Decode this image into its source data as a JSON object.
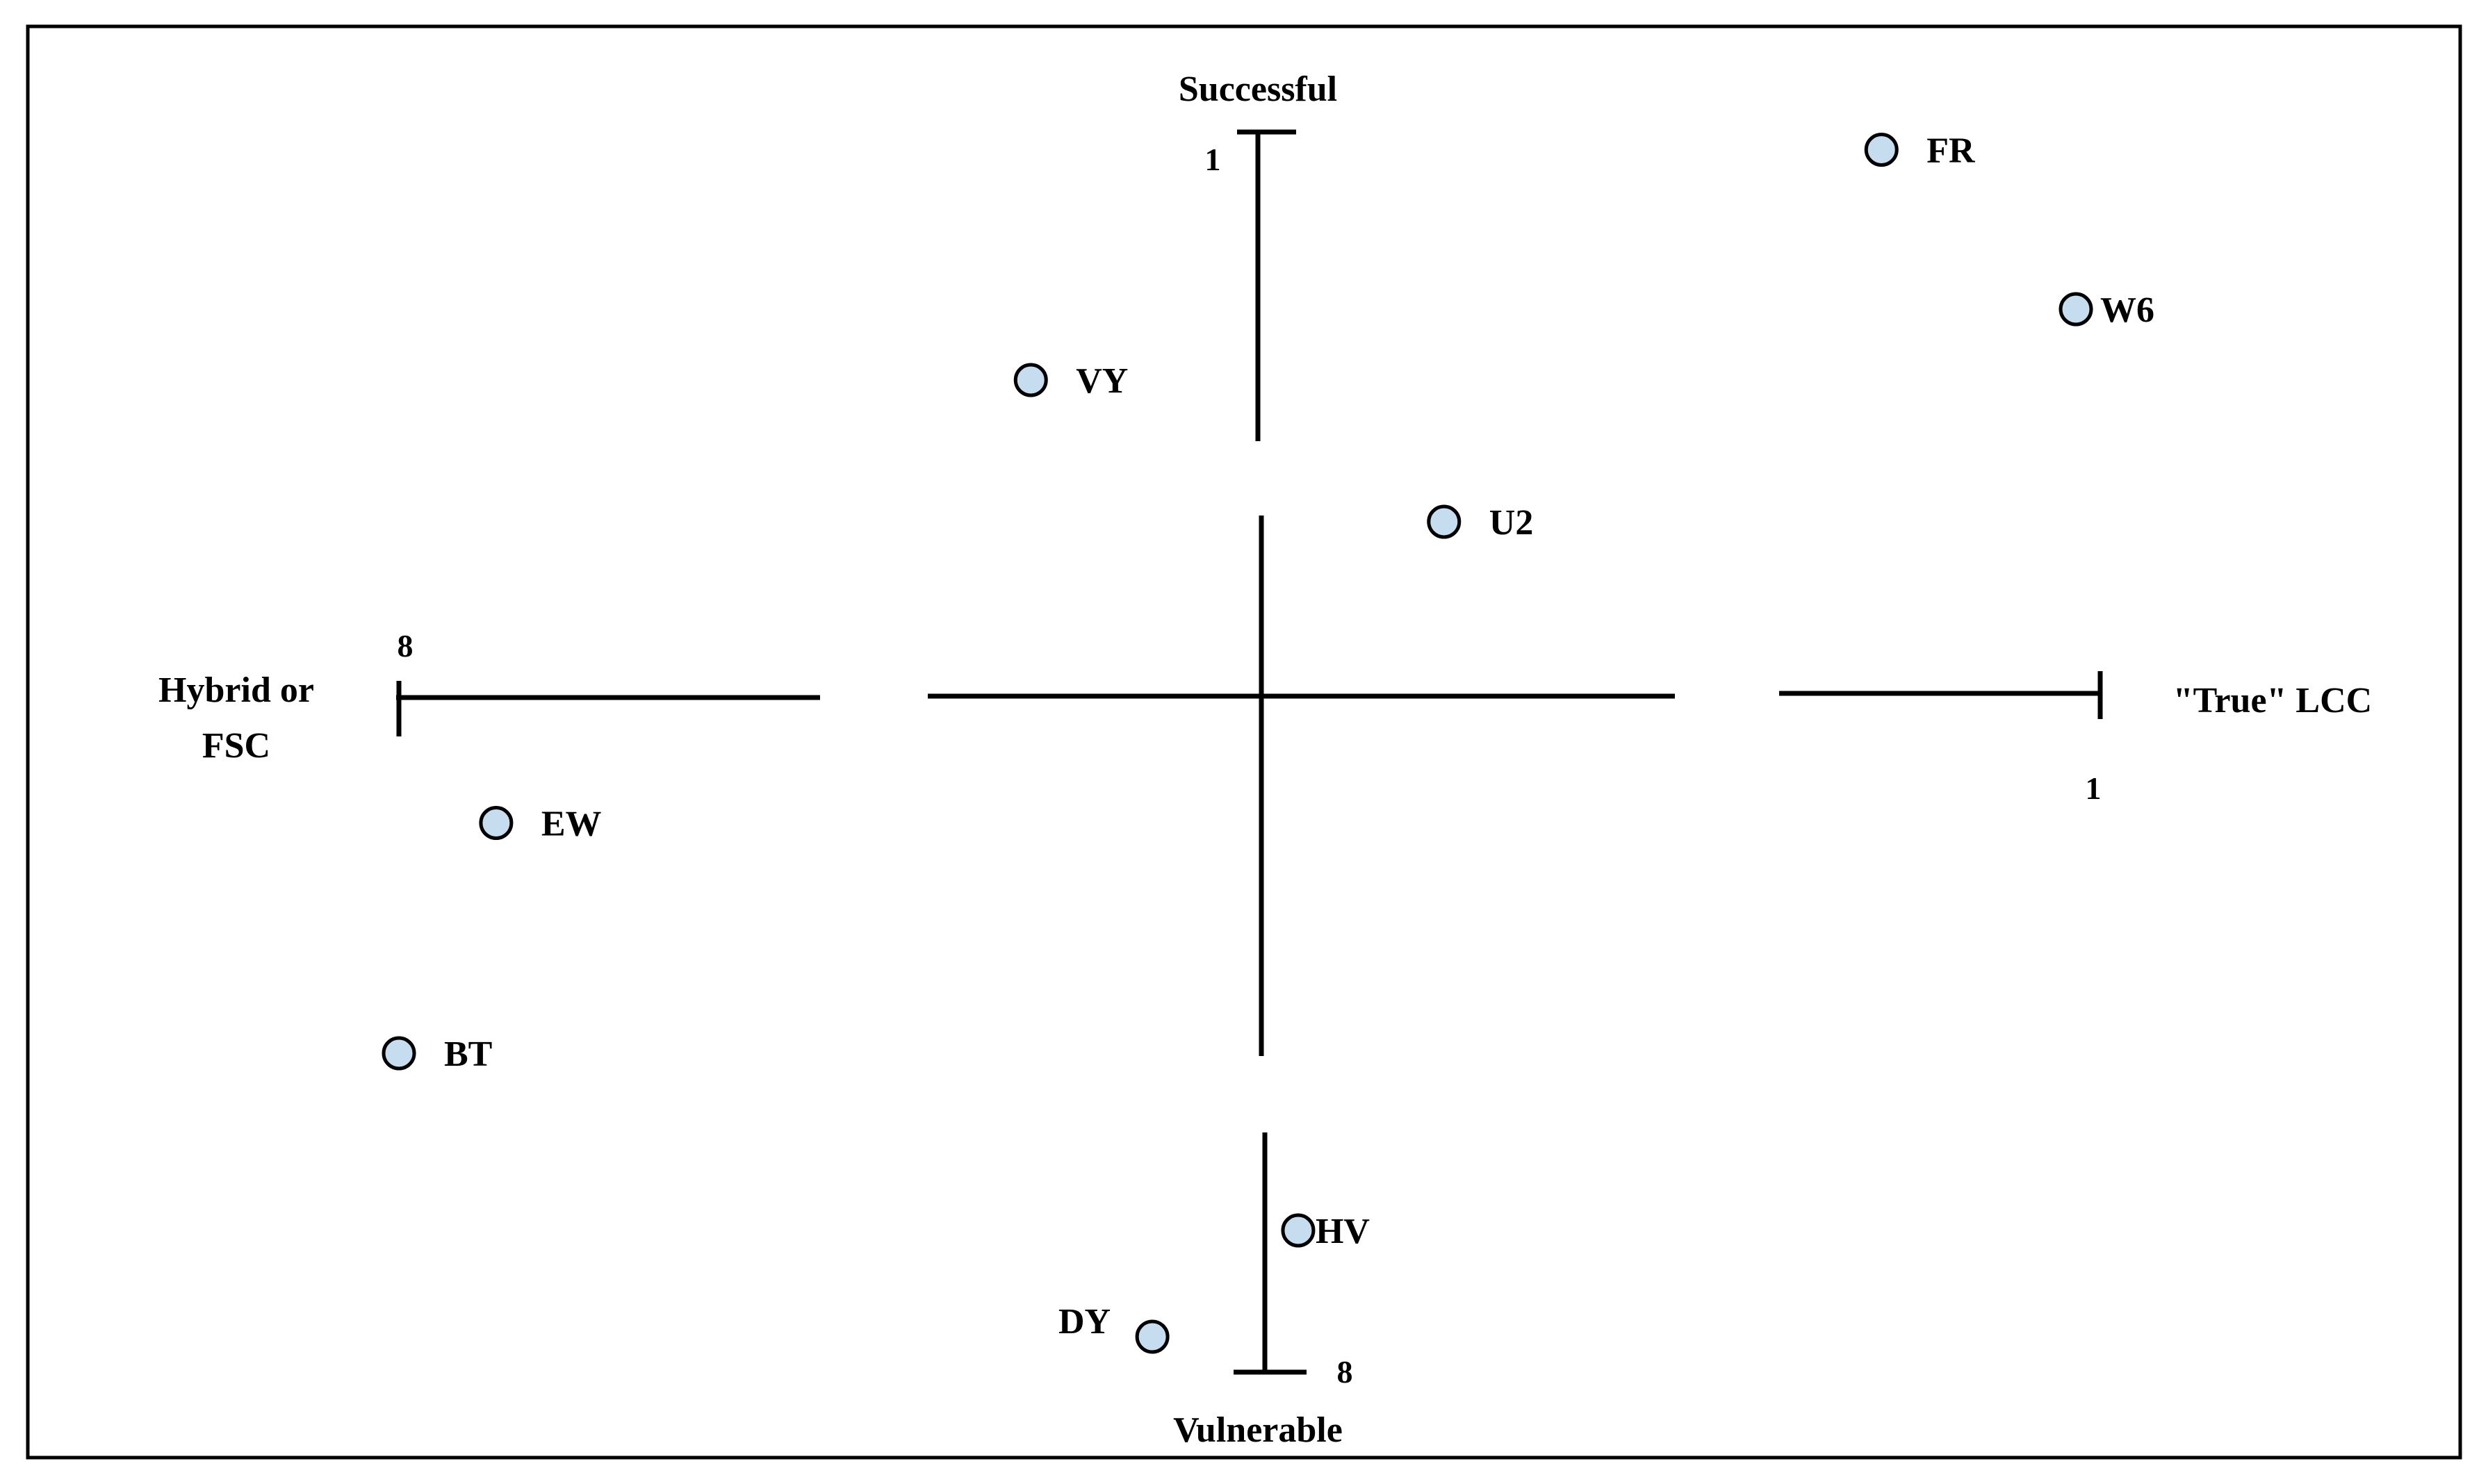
{
  "chart_data": {
    "type": "scatter",
    "title": "",
    "axes": {
      "x": {
        "left_label": [
          "Hybrid or",
          "FSC"
        ],
        "right_label": "\"True\" LCC",
        "left_tick": "8",
        "right_tick": "1",
        "range": [
          8,
          1
        ]
      },
      "y": {
        "top_label": "Successful",
        "bottom_label": "Vulnerable",
        "top_tick": "1",
        "bottom_tick": "8",
        "range": [
          8,
          1
        ]
      }
    },
    "points": [
      {
        "label": "FR",
        "x": 1.9,
        "y": 1.1
      },
      {
        "label": "W6",
        "x": 1.1,
        "y": 2.0
      },
      {
        "label": "VY",
        "x": 5.4,
        "y": 2.4
      },
      {
        "label": "U2",
        "x": 3.7,
        "y": 3.2
      },
      {
        "label": "EW",
        "x": 7.6,
        "y": 4.9
      },
      {
        "label": "BT",
        "x": 8.0,
        "y": 6.2
      },
      {
        "label": "HV",
        "x": 4.3,
        "y": 7.2
      },
      {
        "label": "DY",
        "x": 4.9,
        "y": 7.8
      }
    ],
    "marker_color": "#c6dcef"
  }
}
